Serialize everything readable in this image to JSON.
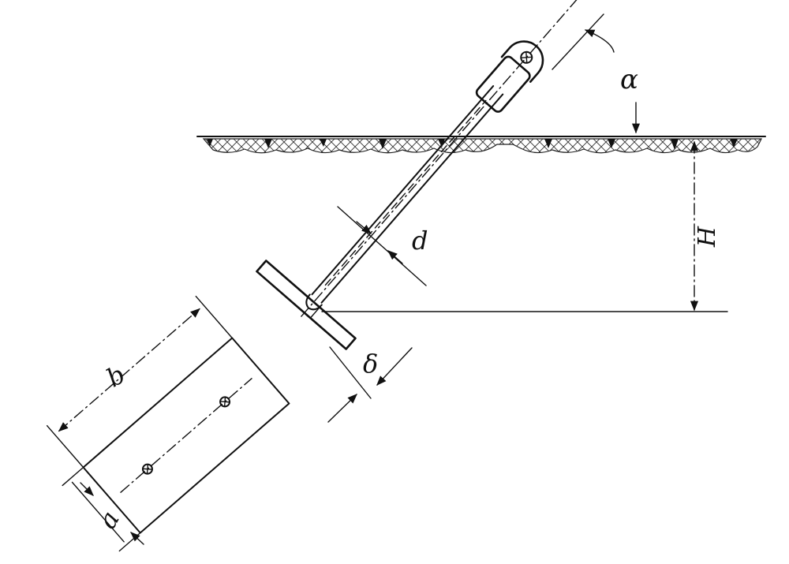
{
  "labels": {
    "alpha": "α",
    "H": "H",
    "d": "d",
    "delta": "δ",
    "b": "b",
    "a": "a"
  }
}
